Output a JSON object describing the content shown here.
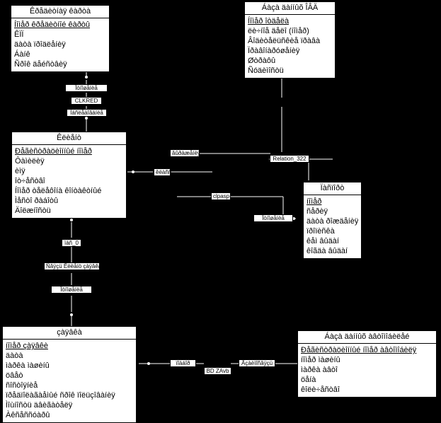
{
  "diagram": {
    "title": "ER Diagram",
    "background_color": "#000000",
    "box_fill": "#ffffff",
    "line_color": "#ffffff"
  },
  "entities": [
    {
      "id": "credit_card",
      "title": "Êðåäèòíàÿ êàðòà",
      "attributes": [
        {
          "label": "Íîìåð êðåäèòíîé êàðòû",
          "key": true
        },
        {
          "label": "ÊÏÏ",
          "key": false
        },
        {
          "label": "äàòà ïðîäëåíèÿ",
          "key": false
        },
        {
          "label": "Áàíê",
          "key": false
        },
        {
          "label": "Ñðîê äåéñòâèÿ",
          "key": false
        }
      ]
    },
    {
      "id": "ovd_database",
      "title": "Áàçà äàííûõ ÎÂÄ",
      "attributes": [
        {
          "label": "Íîìåð îòäåëà",
          "key": true
        },
        {
          "label": "ëè÷íîå äåëî (íîìåð)",
          "key": false
        },
        {
          "label": "Âîäèòåëüñêèå ïðàâà",
          "key": false
        },
        {
          "label": "Ïðàâîíàðóøåíèÿ",
          "key": false
        },
        {
          "label": "Øòðàôû",
          "key": false
        },
        {
          "label": "Ñóäèìîñòü",
          "key": false
        }
      ]
    },
    {
      "id": "client",
      "title": "Êëèåíò",
      "attributes": [
        {
          "label": "Ðåãèñòðàöèîííûé íîìåð",
          "key": true
        },
        {
          "label": "Ôàìèëèÿ",
          "key": false
        },
        {
          "label": "èìÿ",
          "key": false
        },
        {
          "label": "îò÷åñòâî",
          "key": false
        },
        {
          "label": "Íîìåð òåëåôîíà êîíòàêòíûé",
          "key": false
        },
        {
          "label": "Ìåñòî ðàáîòû",
          "key": false
        },
        {
          "label": "Äîëæíîñòü",
          "key": false
        }
      ]
    },
    {
      "id": "passport",
      "title": "Ïàñïîðò",
      "attributes": [
        {
          "label": "íîìåð",
          "key": true
        },
        {
          "label": "ñåðèÿ",
          "key": false
        },
        {
          "label": "äàòà ðîæäåíèÿ",
          "key": false
        },
        {
          "label": "ïðîïèñêà",
          "key": false
        },
        {
          "label": "êåì âûäàí",
          "key": false
        },
        {
          "label": "êîãäà âûäàí",
          "key": false
        }
      ]
    },
    {
      "id": "request",
      "title": "çàÿâêà",
      "attributes": [
        {
          "label": "íîìåð çàÿâêè",
          "key": true
        },
        {
          "label": "äàòà",
          "key": false
        },
        {
          "label": "ìàðêà ìàøèíû",
          "key": false
        },
        {
          "label": "öâåò",
          "key": false
        },
        {
          "label": "ñîñòîÿíèå",
          "key": false
        },
        {
          "label": "ïðåäïîëàãàåìûé ñðîê ïîëüçîâàíèÿ",
          "key": false
        },
        {
          "label": "Ìîùíîñòü äâèãàòåëÿ",
          "key": false
        },
        {
          "label": "Àêñåññóàðû",
          "key": false
        }
      ]
    },
    {
      "id": "car_database",
      "title": "Áàçà äàííûõ àâòîìîáèëåé",
      "attributes": [
        {
          "label": "Ðåãèñòðàöèîííûé íîìåð àâòîìîáèëÿ",
          "key": true
        },
        {
          "label": "íîìåð ìàøèíû",
          "key": false
        },
        {
          "label": "ìàðêà àâòî",
          "key": false
        },
        {
          "label": "öåíà",
          "key": false
        },
        {
          "label": "êîëè÷åñòâî",
          "key": false
        }
      ]
    }
  ],
  "relationship_labels": [
    {
      "id": "rel_otnoshenie_1",
      "text": "Îòíîøåíèå"
    },
    {
      "id": "rel_clkred",
      "text": "CLKRED"
    },
    {
      "id": "rel_nasledovanie",
      "text": "Íàñëåäîâàíèå"
    },
    {
      "id": "rel_ovdzayav",
      "text": "âûðàæåíèÿ"
    },
    {
      "id": "rel_klass",
      "text": "êëàññ"
    },
    {
      "id": "rel_relation_322",
      "text": "Relation_322"
    },
    {
      "id": "rel_clpasp",
      "text": "clpasp"
    },
    {
      "id": "rel_otnoshenie_2",
      "text": "Îòíîøåíèå"
    },
    {
      "id": "rel_pas_0",
      "text": "ïàñ_0"
    },
    {
      "id": "rel_svyaz_kl_zay",
      "text": "Ñâÿçü Êëèåíò çàÿâêà"
    },
    {
      "id": "rel_otnoshenie_3",
      "text": "Îòíîøåíèå"
    },
    {
      "id": "rel_zayavbaz",
      "text": "ïîäáîð"
    },
    {
      "id": "rel_bd_zav",
      "text": "BD ZAvb"
    },
    {
      "id": "rel_otnoshenie_4",
      "text": "Âçàèìîñâÿçü"
    }
  ]
}
